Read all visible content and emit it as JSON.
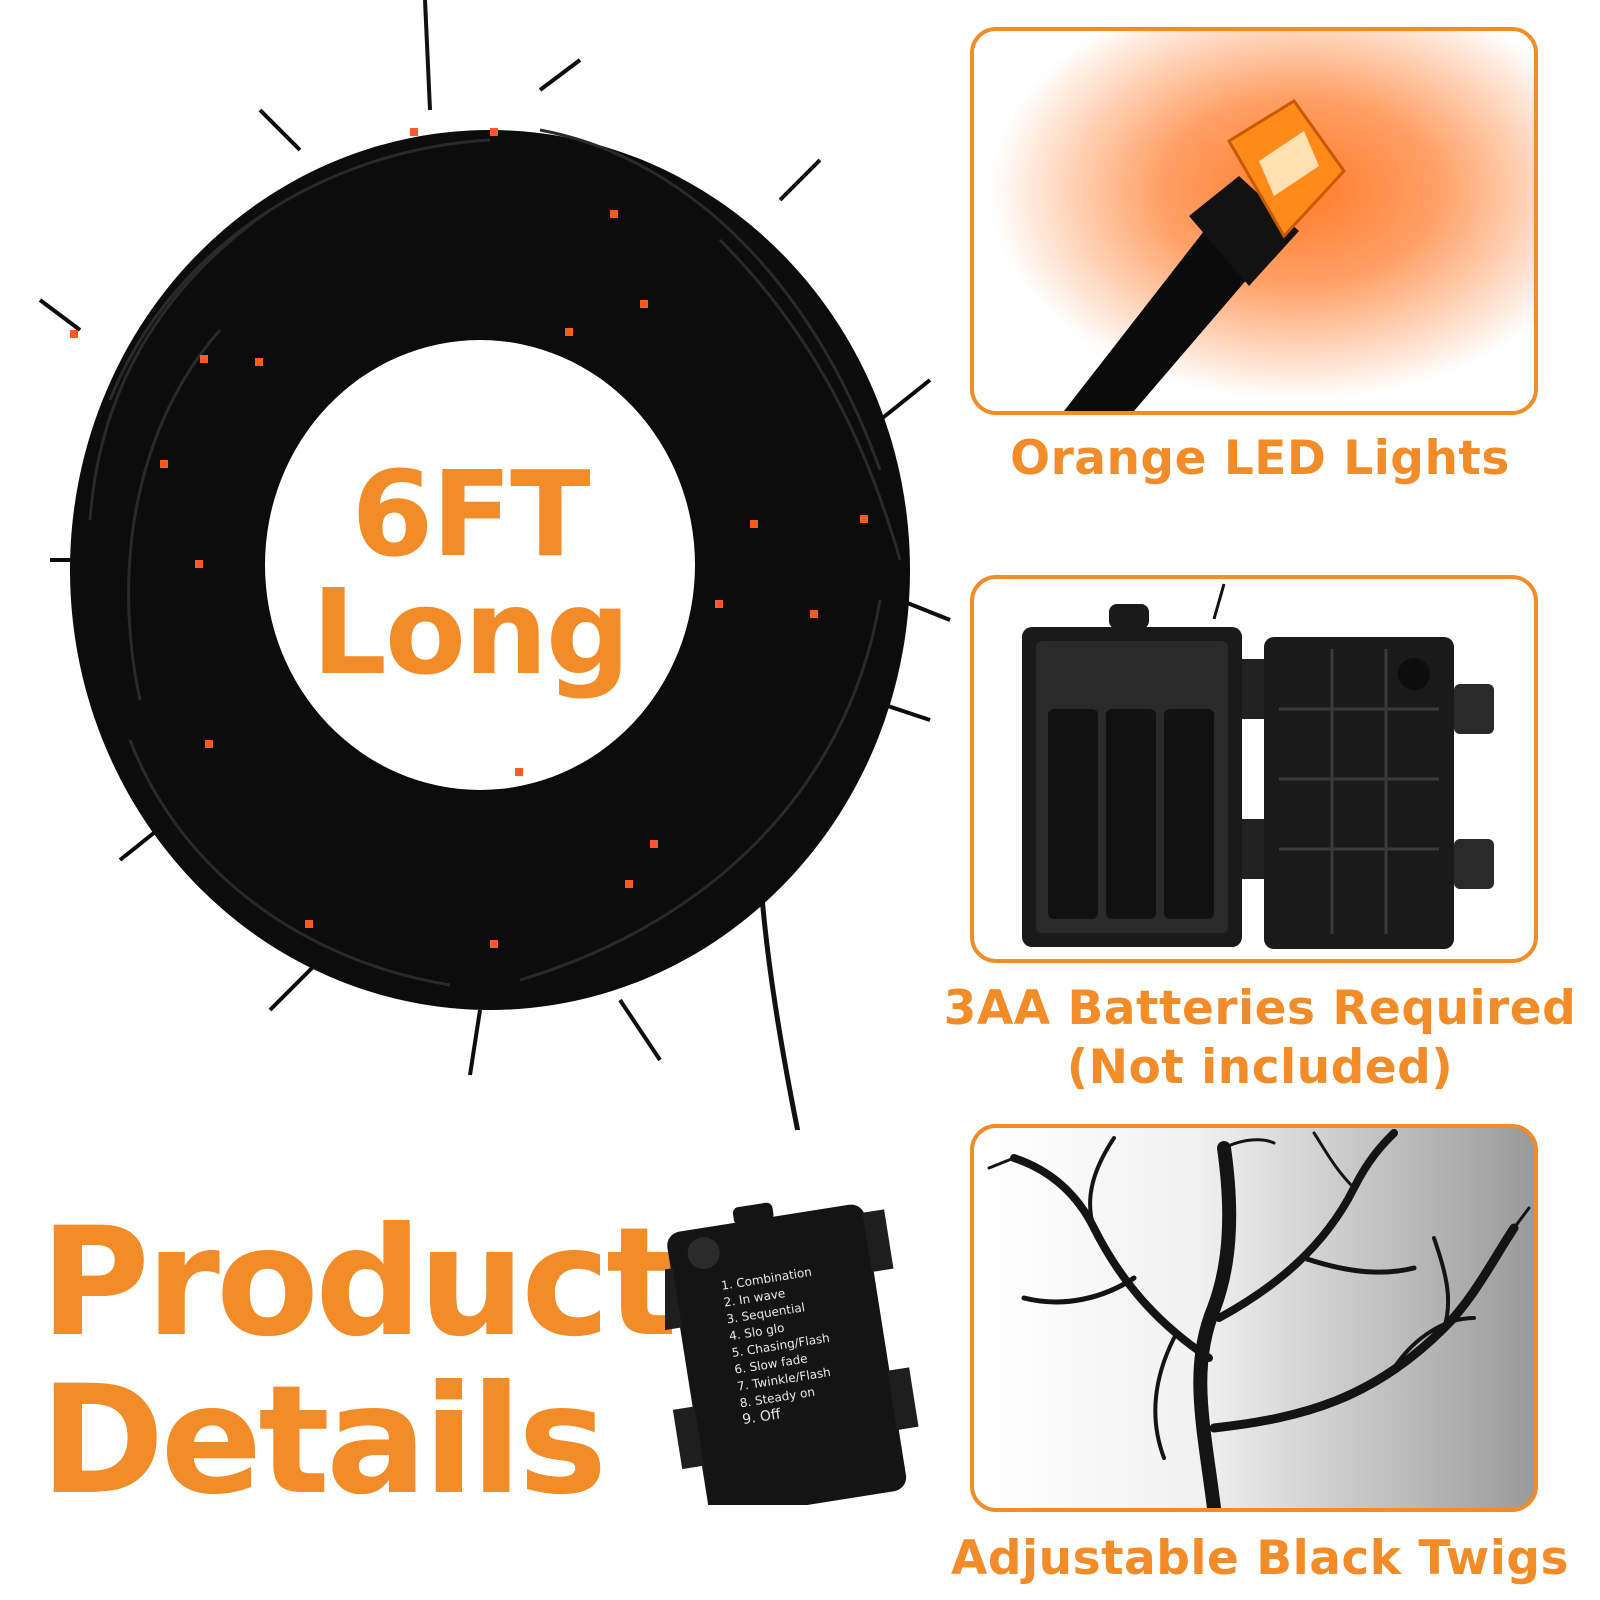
{
  "title": [
    "Product",
    "Details"
  ],
  "size_label": [
    "6FT",
    "Long"
  ],
  "features": [
    {
      "caption": [
        "Orange LED Lights"
      ],
      "icon": "led-bulb"
    },
    {
      "caption": [
        "3AA Batteries Required",
        "(Not included)"
      ],
      "icon": "battery-box"
    },
    {
      "caption": [
        "Adjustable Black Twigs"
      ],
      "icon": "black-twig-branch"
    }
  ],
  "controller_modes": [
    "1. Combination",
    "2. In wave",
    "3. Sequential",
    "4. Slo glo",
    "5. Chasing/Flash",
    "6. Slow fade",
    "7. Twinkle/Flash",
    "8. Steady on",
    "9. Off"
  ],
  "colors": {
    "accent": "#f28c28",
    "twig": "#111111",
    "led": "#ff5a1f"
  }
}
